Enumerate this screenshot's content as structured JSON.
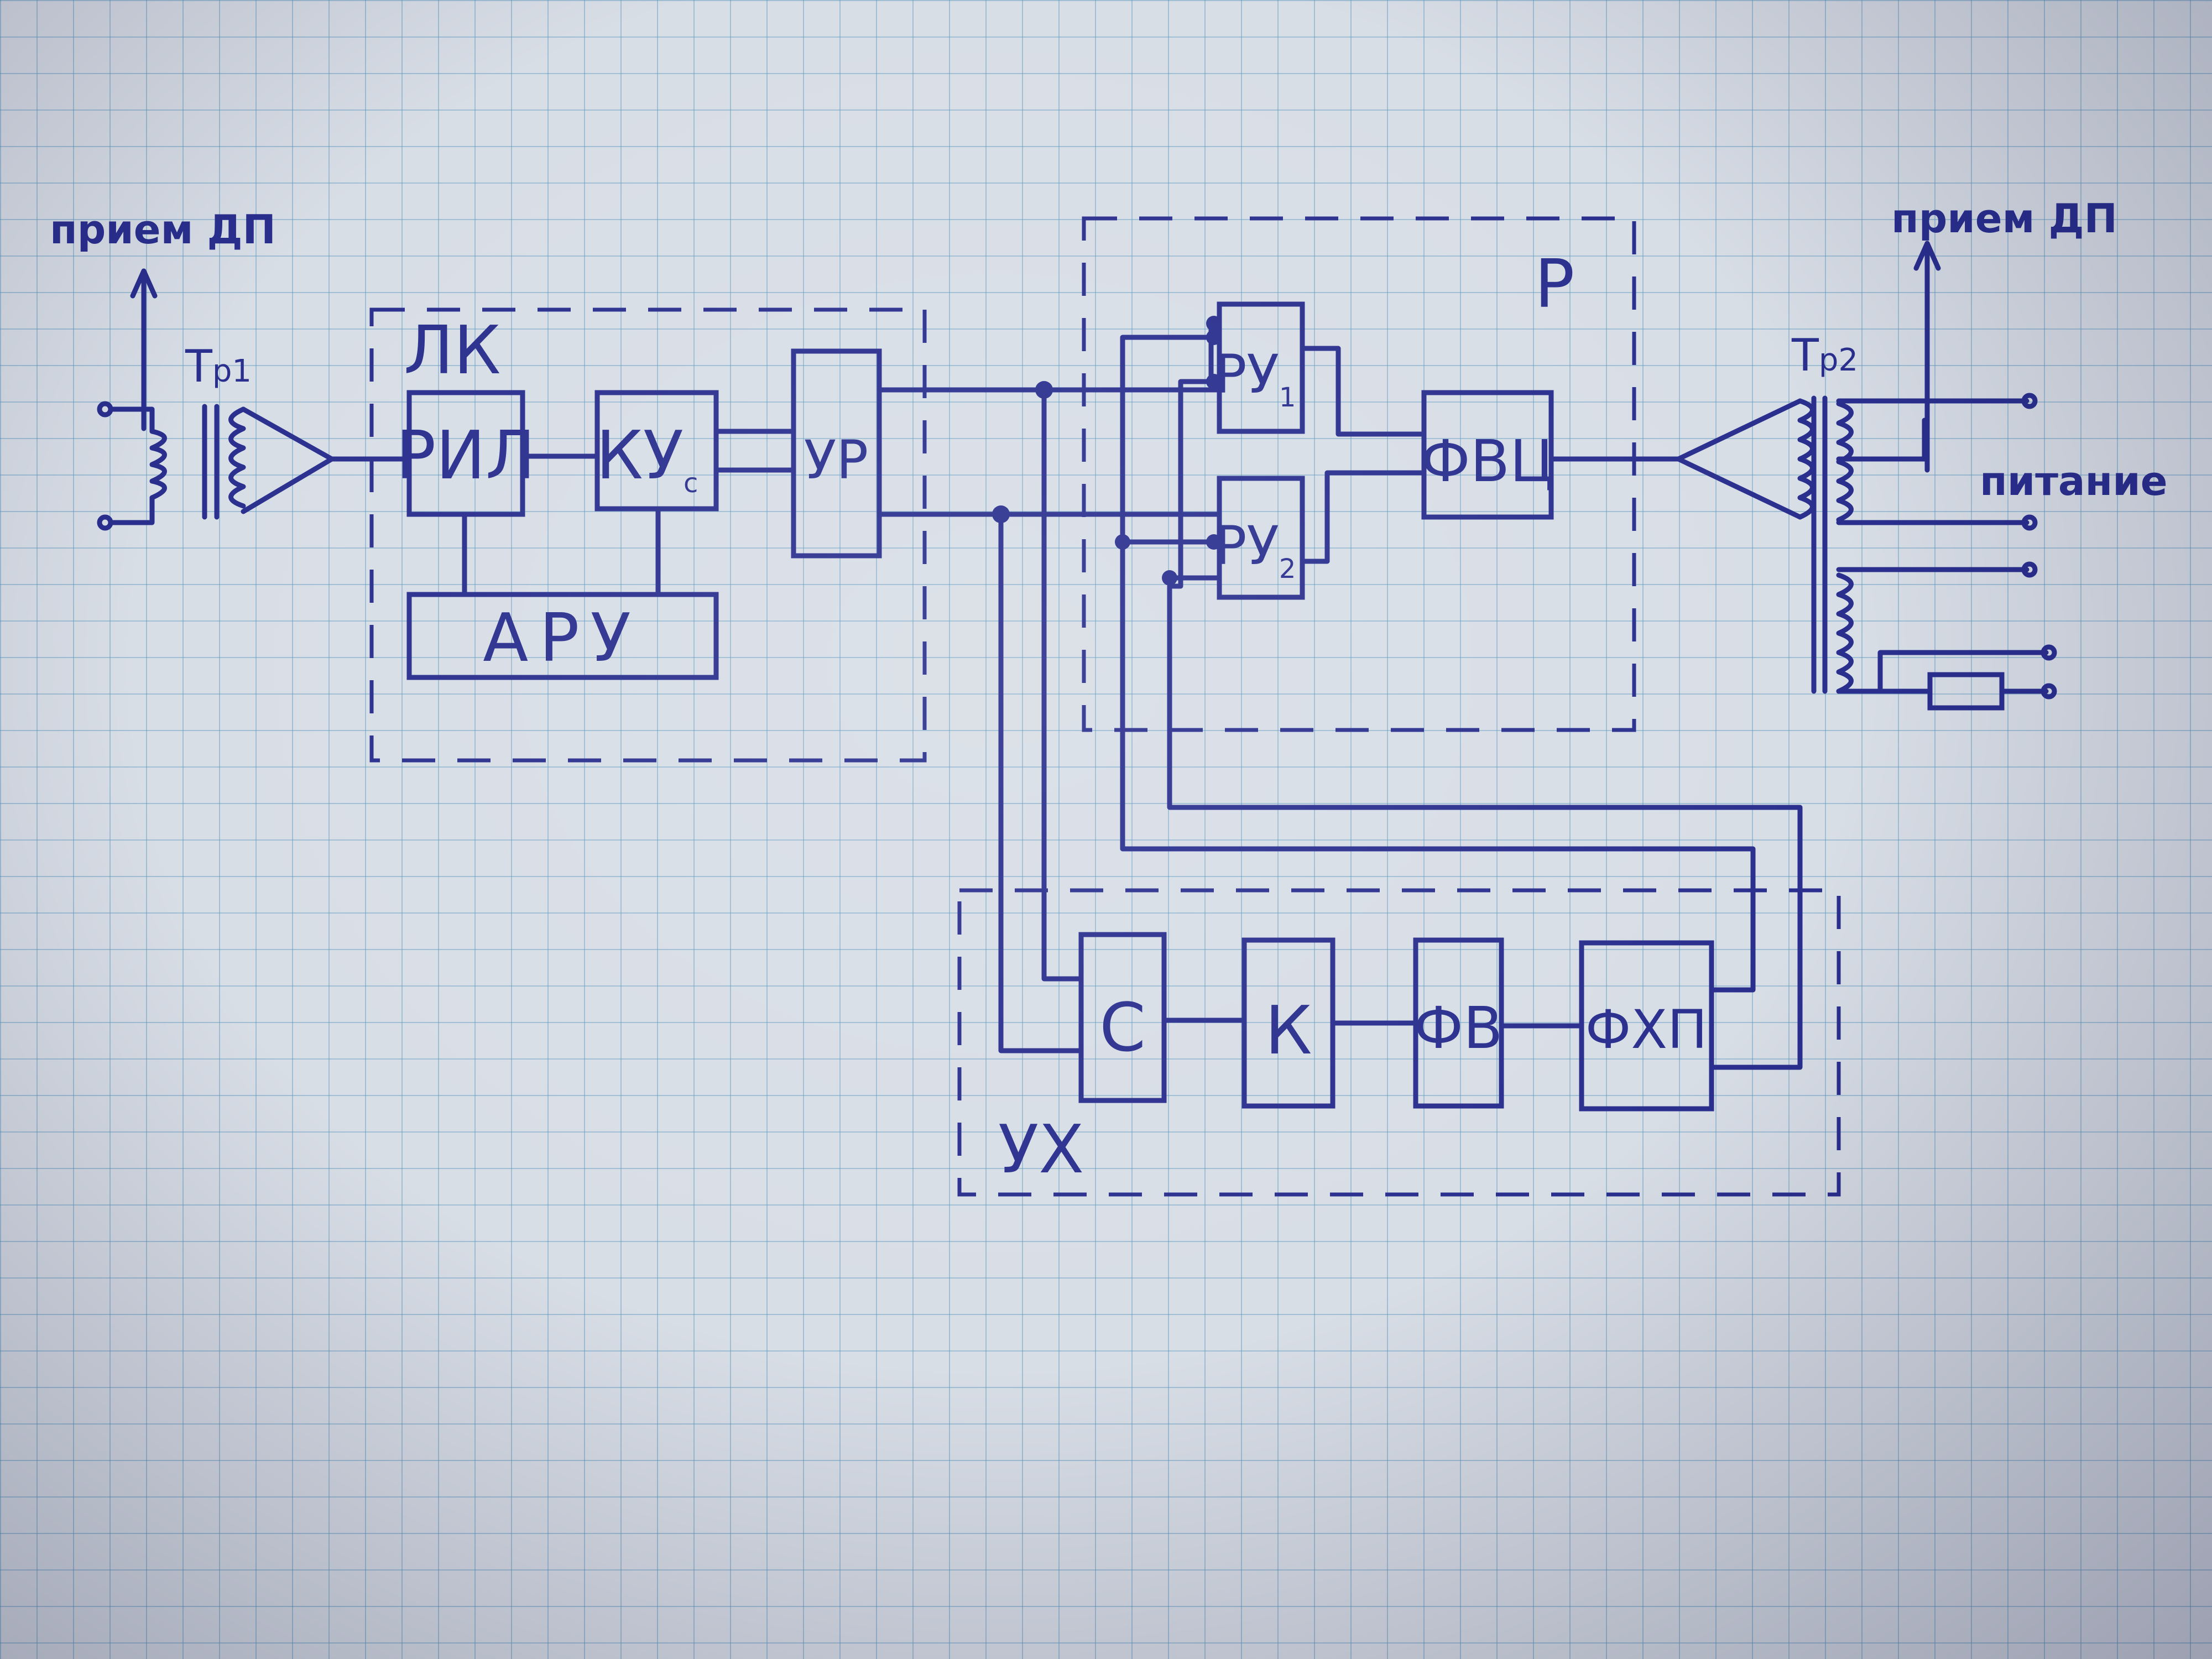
{
  "groups": {
    "lk": "ЛК",
    "r": "Р",
    "ux": "УХ"
  },
  "blocks": {
    "ril": "РИЛ",
    "ku": {
      "main": "КУ",
      "sub": "с"
    },
    "ur": "УР",
    "aru": "АРУ",
    "ru1": {
      "main": "РУ",
      "sub": "1"
    },
    "ru2": {
      "main": "РУ",
      "sub": "2"
    },
    "fvc": "ФВЦ",
    "c": "С",
    "k": "К",
    "fv": "ФВ",
    "fhp": "ФХП"
  },
  "transformers": {
    "tr1": {
      "main": "Т",
      "sub": "р1"
    },
    "tr2": {
      "main": "Т",
      "sub": "р2"
    }
  },
  "labels": {
    "receive_left": "прием ДП",
    "receive_right": "прием ДП",
    "power": "питание"
  },
  "colors": {
    "ink": "#2a2f8e",
    "grid": "#5a96be",
    "paper": "#d8dee6"
  }
}
